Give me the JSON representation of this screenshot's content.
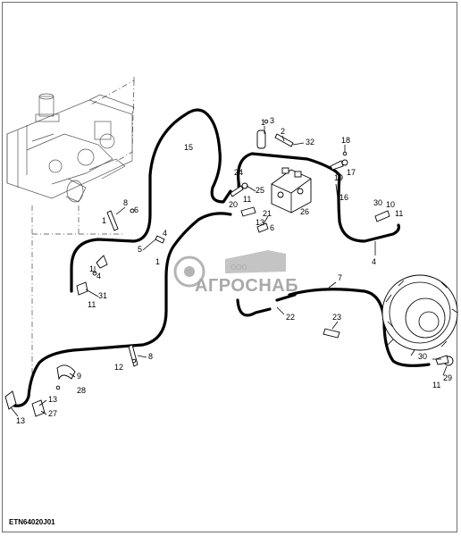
{
  "diagram": {
    "code": "ETN64020J01",
    "watermark": {
      "prefix": "ООО",
      "name": "АГРОСНАБ"
    },
    "callouts": [
      "1",
      "3",
      "2",
      "32",
      "18",
      "15",
      "24",
      "25",
      "17",
      "19",
      "11",
      "16",
      "20",
      "21",
      "13",
      "26",
      "30",
      "10",
      "8",
      "6",
      "4",
      "5",
      "7",
      "22",
      "23",
      "28",
      "31",
      "9",
      "12",
      "27",
      "29"
    ]
  }
}
